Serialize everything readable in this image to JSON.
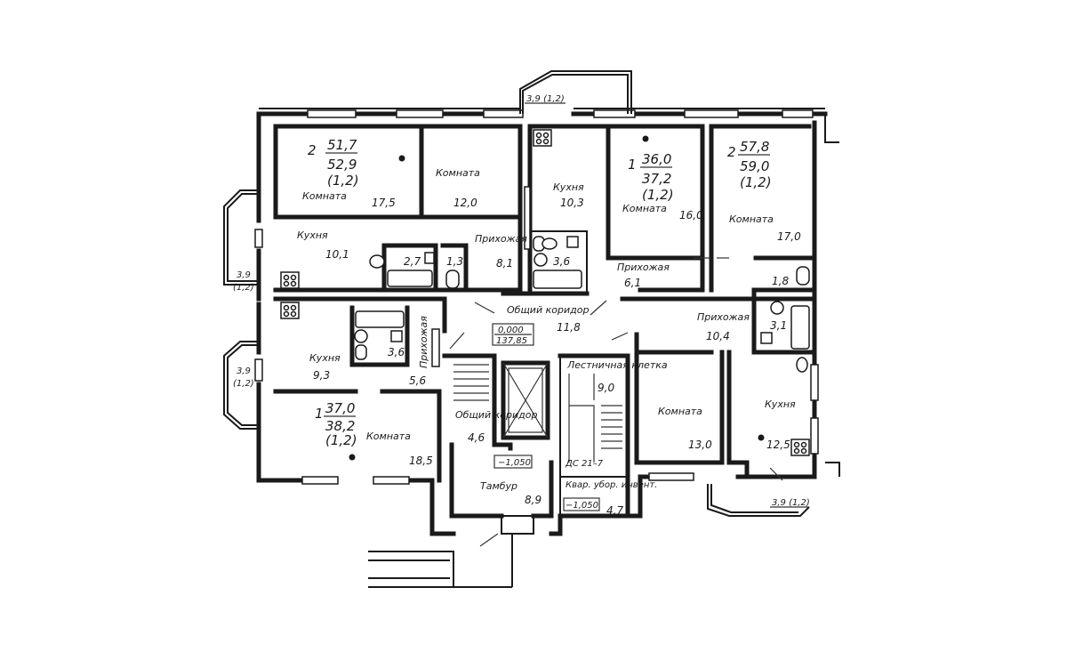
{
  "apartments": [
    {
      "id": "apt-nw",
      "rooms": "2",
      "living_area": "51,7",
      "total_area": "52,9",
      "coef": "(1,2)"
    },
    {
      "id": "apt-n",
      "rooms": "1",
      "living_area": "36,0",
      "total_area": "37,2",
      "coef": "(1,2)"
    },
    {
      "id": "apt-ne",
      "rooms": "2",
      "living_area": "57,8",
      "total_area": "59,0",
      "coef": "(1,2)"
    },
    {
      "id": "apt-sw",
      "rooms": "1",
      "living_area": "37,0",
      "total_area": "38,2",
      "coef": "(1,2)"
    }
  ],
  "rooms": [
    {
      "id": "nw-room1",
      "label": "Комната",
      "area": "17,5"
    },
    {
      "id": "nw-room2",
      "label": "Комната",
      "area": "12,0"
    },
    {
      "id": "nw-kitchen",
      "label": "Кухня",
      "area": "10,1"
    },
    {
      "id": "nw-bath",
      "label": "",
      "area": "2,7"
    },
    {
      "id": "nw-wc",
      "label": "",
      "area": "1,3"
    },
    {
      "id": "nw-hall",
      "label": "Прихожая",
      "area": "8,1"
    },
    {
      "id": "n-kitchen",
      "label": "Кухня",
      "area": "10,3"
    },
    {
      "id": "n-bath",
      "label": "",
      "area": "3,6"
    },
    {
      "id": "n-room",
      "label": "Комната",
      "area": "16,0"
    },
    {
      "id": "n-hall",
      "label": "Прихожая",
      "area": "6,1"
    },
    {
      "id": "ne-room1",
      "label": "Комната",
      "area": "17,0"
    },
    {
      "id": "ne-wc",
      "label": "",
      "area": "1,8"
    },
    {
      "id": "ne-bath",
      "label": "",
      "area": "3,1"
    },
    {
      "id": "ne-hall",
      "label": "Прихожая",
      "area": "10,4"
    },
    {
      "id": "ne-room2",
      "label": "Комната",
      "area": "13,0"
    },
    {
      "id": "ne-kitchen",
      "label": "Кухня",
      "area": "12,5"
    },
    {
      "id": "sw-kitchen",
      "label": "Кухня",
      "area": "9,3"
    },
    {
      "id": "sw-bath",
      "label": "",
      "area": "3,6"
    },
    {
      "id": "sw-hall",
      "label": "Прихожая",
      "area": "5,6"
    },
    {
      "id": "sw-room",
      "label": "Комната",
      "area": "18,5"
    },
    {
      "id": "corridor",
      "label": "Общий коридор",
      "area": "11,8"
    },
    {
      "id": "corridor2",
      "label": "Общий коридор",
      "area": "4,6"
    },
    {
      "id": "stair",
      "label": "Лестничная клетка",
      "area": "9,0"
    },
    {
      "id": "vestibule",
      "label": "Тамбур",
      "area": "8,9"
    },
    {
      "id": "storage",
      "label": "Квар. убор. инвент.",
      "area": "4,7"
    }
  ],
  "balconies": [
    {
      "id": "balcony-top",
      "text": "3,9 (1,2)"
    },
    {
      "id": "balcony-left-top",
      "text": "3,9",
      "coef": "(1,2)"
    },
    {
      "id": "balcony-left-bottom",
      "text": "3,9",
      "coef": "(1,2)"
    },
    {
      "id": "balcony-bottom-right",
      "text": "3,9 (1,2)"
    }
  ],
  "levels": {
    "main": "0,000",
    "abs": "137,85",
    "vestibule": "−1,050",
    "storage": "−1,050"
  },
  "stair_mark": "ДС 21–7"
}
